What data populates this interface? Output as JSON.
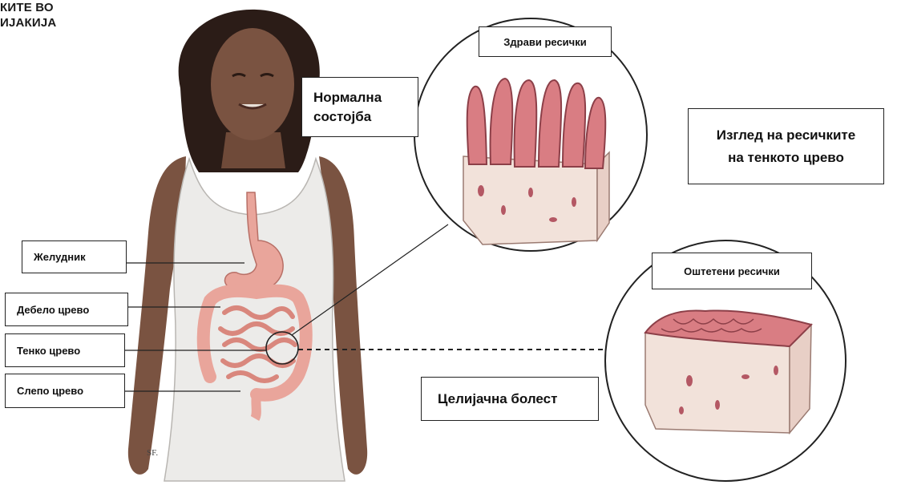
{
  "header": {
    "title": "КИТЕ ВО\nИЈАКИЈА"
  },
  "organs": {
    "stomach": "Желудник",
    "colon": "Дебело црево",
    "small_intestine": "Тенко црево",
    "caecum": "Слепо црево"
  },
  "states": {
    "normal": "Нормална\nсостојба",
    "celiac": "Целијачна болест"
  },
  "villi": {
    "healthy": "Здрави ресички",
    "damaged": "Оштетени ресички",
    "appearance": "Изглед на ресичките\nна тенкото црево"
  },
  "signature": "SF.",
  "colors": {
    "skin": "#7a5341",
    "hair": "#2b1c17",
    "dress": "#ecebe9",
    "organ_pink": "#e9a59b",
    "villi_red": "#c7606a",
    "tissue": "#f2e2da"
  }
}
